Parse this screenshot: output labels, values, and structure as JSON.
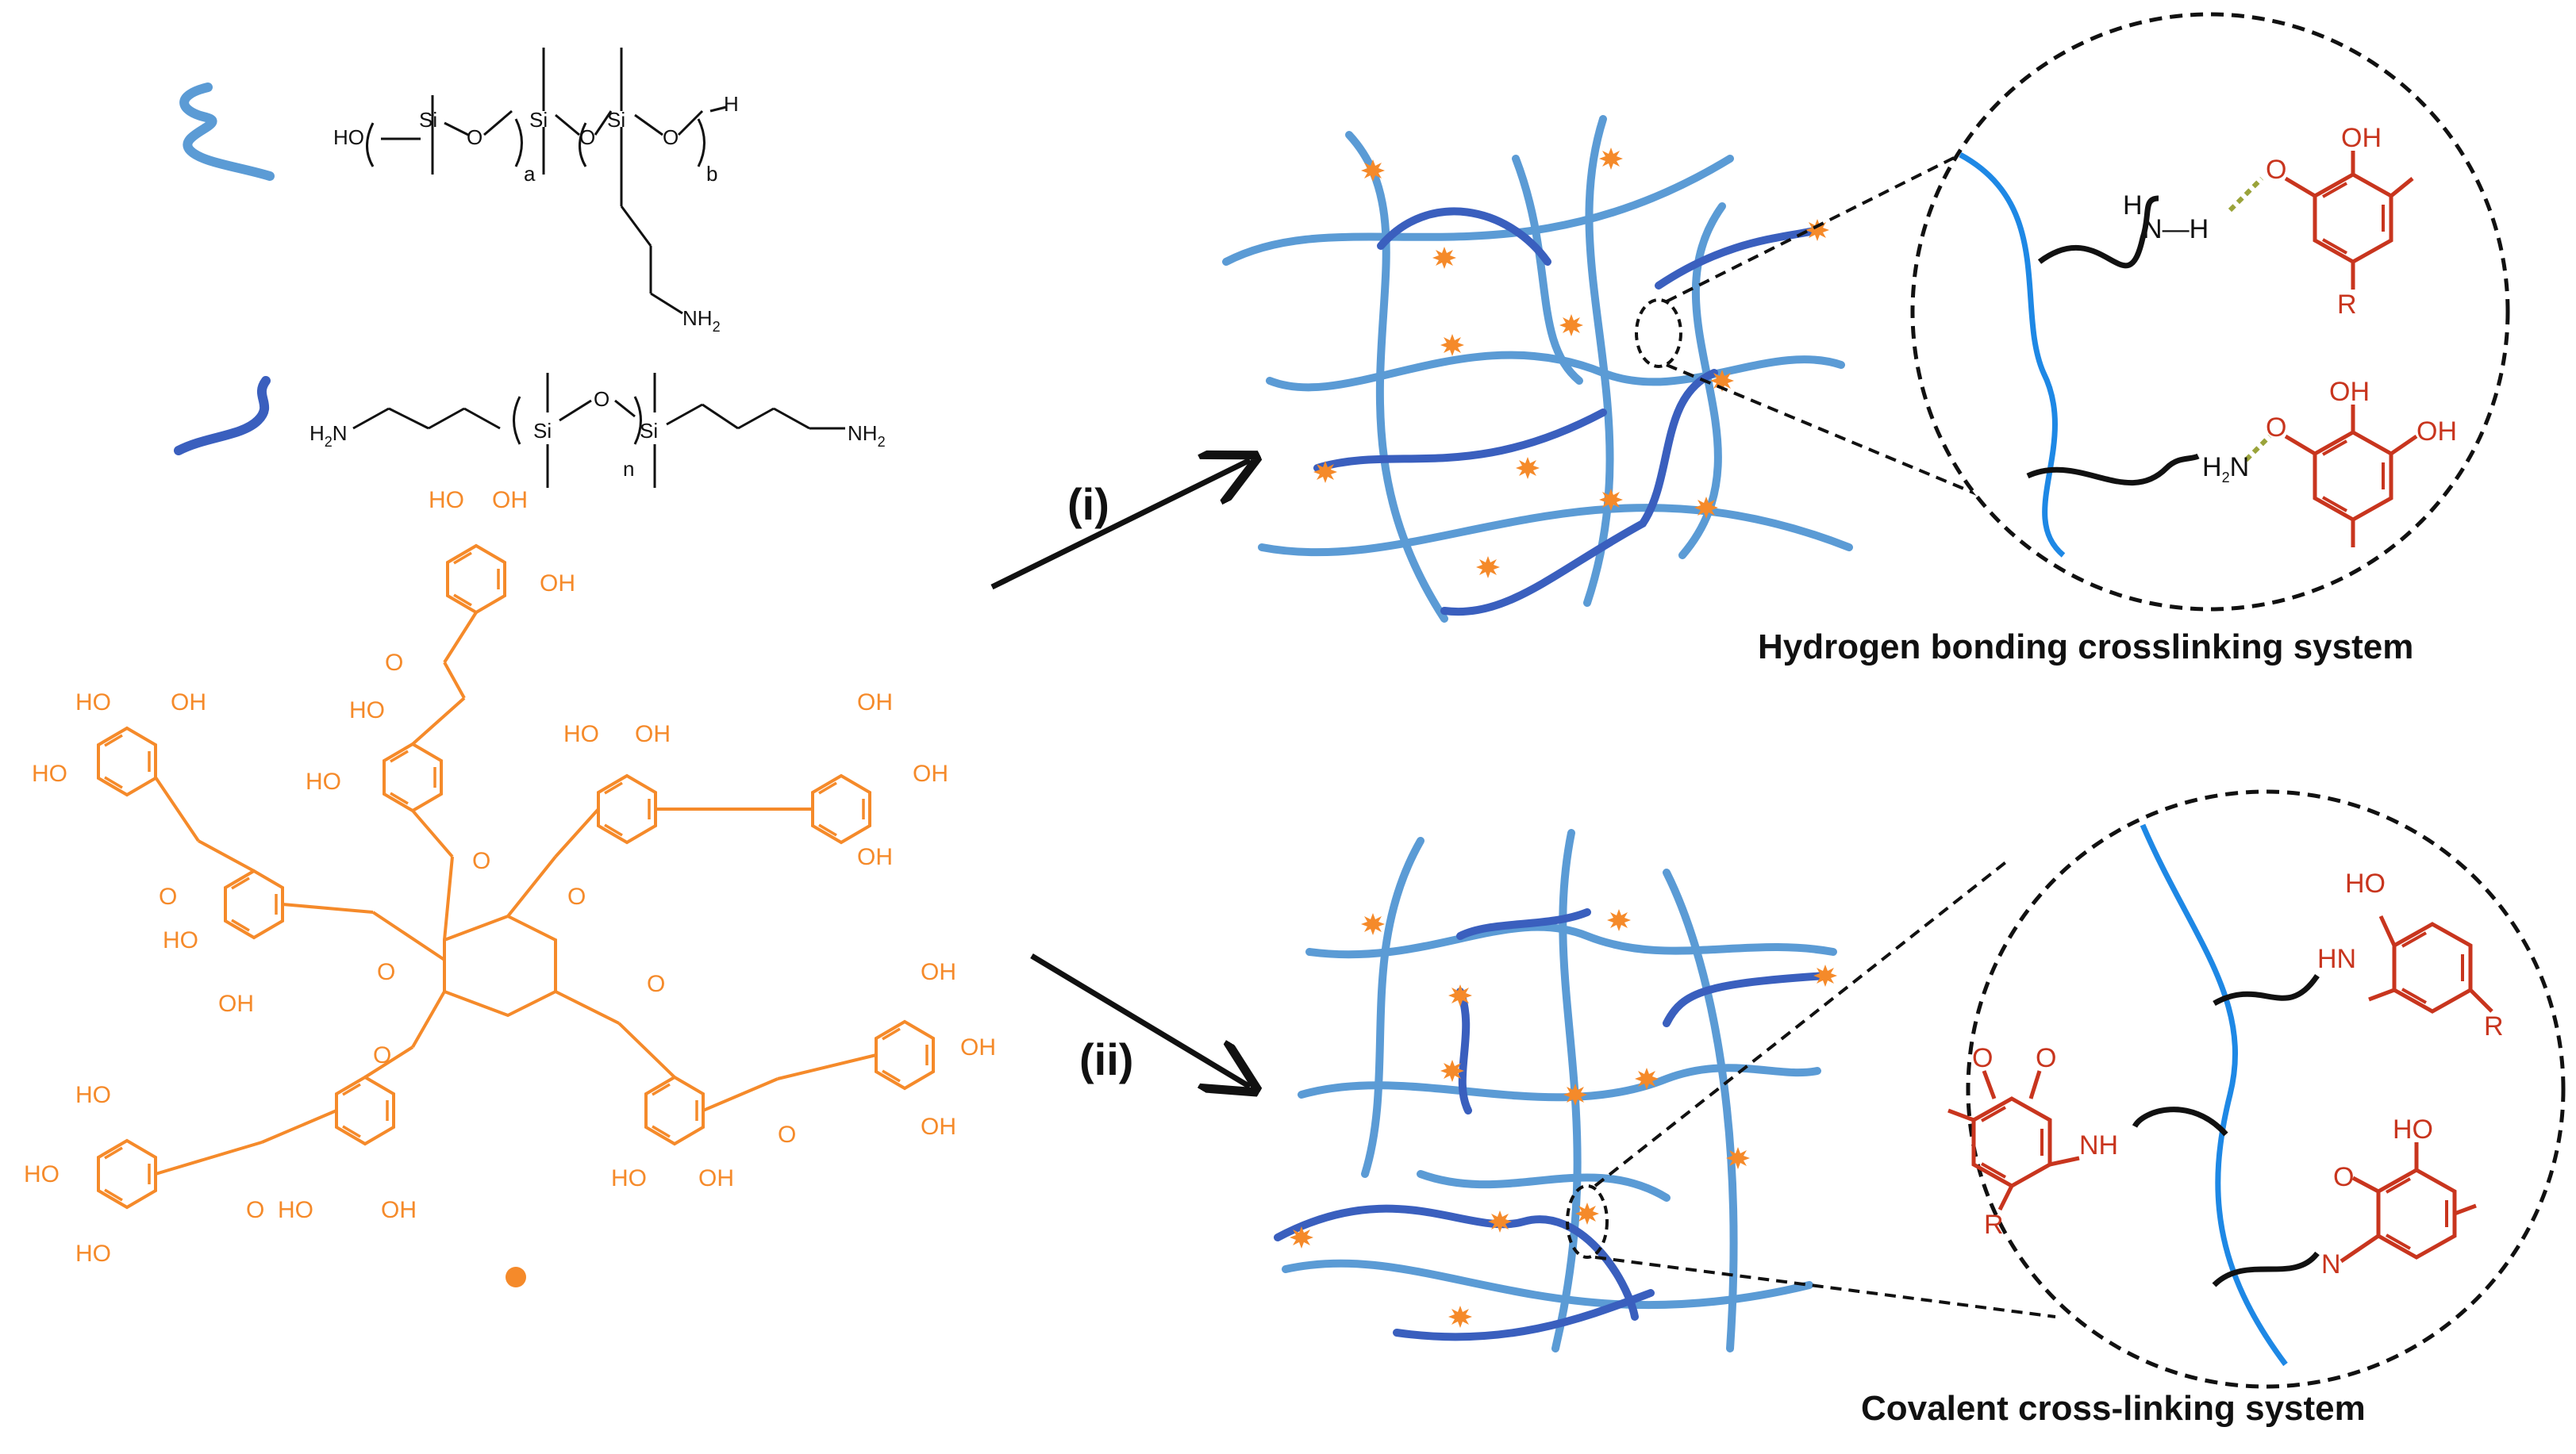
{
  "legend": {
    "polymer_a": {
      "icon": "light-blue-wavy-line-icon",
      "color": "#5b9bd5",
      "labels": {
        "ho": "HO",
        "si": "Si",
        "o": "O",
        "a": "a",
        "b": "b",
        "h": "H",
        "nh2": "NH",
        "sub2": "2"
      }
    },
    "polymer_b": {
      "icon": "dark-blue-wavy-line-icon",
      "color": "#3a5fbe",
      "labels": {
        "h2n_left": "H",
        "h2n_left_n": "N",
        "si": "Si",
        "o": "O",
        "n": "n",
        "nh2_right": "NH",
        "sub2": "2"
      }
    },
    "tannic_acid": {
      "color": "#f58a2a",
      "labels": {
        "oh": "OH",
        "ho": "HO",
        "o": "O"
      },
      "marker_icon": "orange-dot-icon"
    }
  },
  "steps": {
    "step1": "(i)",
    "step2": "(ii)"
  },
  "zoom_top": {
    "labels": {
      "h": "H",
      "n": "N",
      "h2": "H",
      "h2n": "H",
      "h2n_sub": "2",
      "h2n_n": "N",
      "o": "O",
      "oh": "OH",
      "r": "R"
    },
    "caption": "Hydrogen bonding crosslinking system"
  },
  "zoom_bottom": {
    "labels": {
      "ho": "HO",
      "hn": "HN",
      "nh": "NH",
      "o": "O",
      "n": "N",
      "r": "R"
    },
    "caption": "Covalent cross-linking system"
  },
  "colors": {
    "light_blue": "#5b9bd5",
    "dark_blue": "#3a5fbe",
    "orange": "#f58a2a",
    "red": "#c8351e",
    "bright_blue": "#1e88e5",
    "olive": "#9aa33a"
  }
}
